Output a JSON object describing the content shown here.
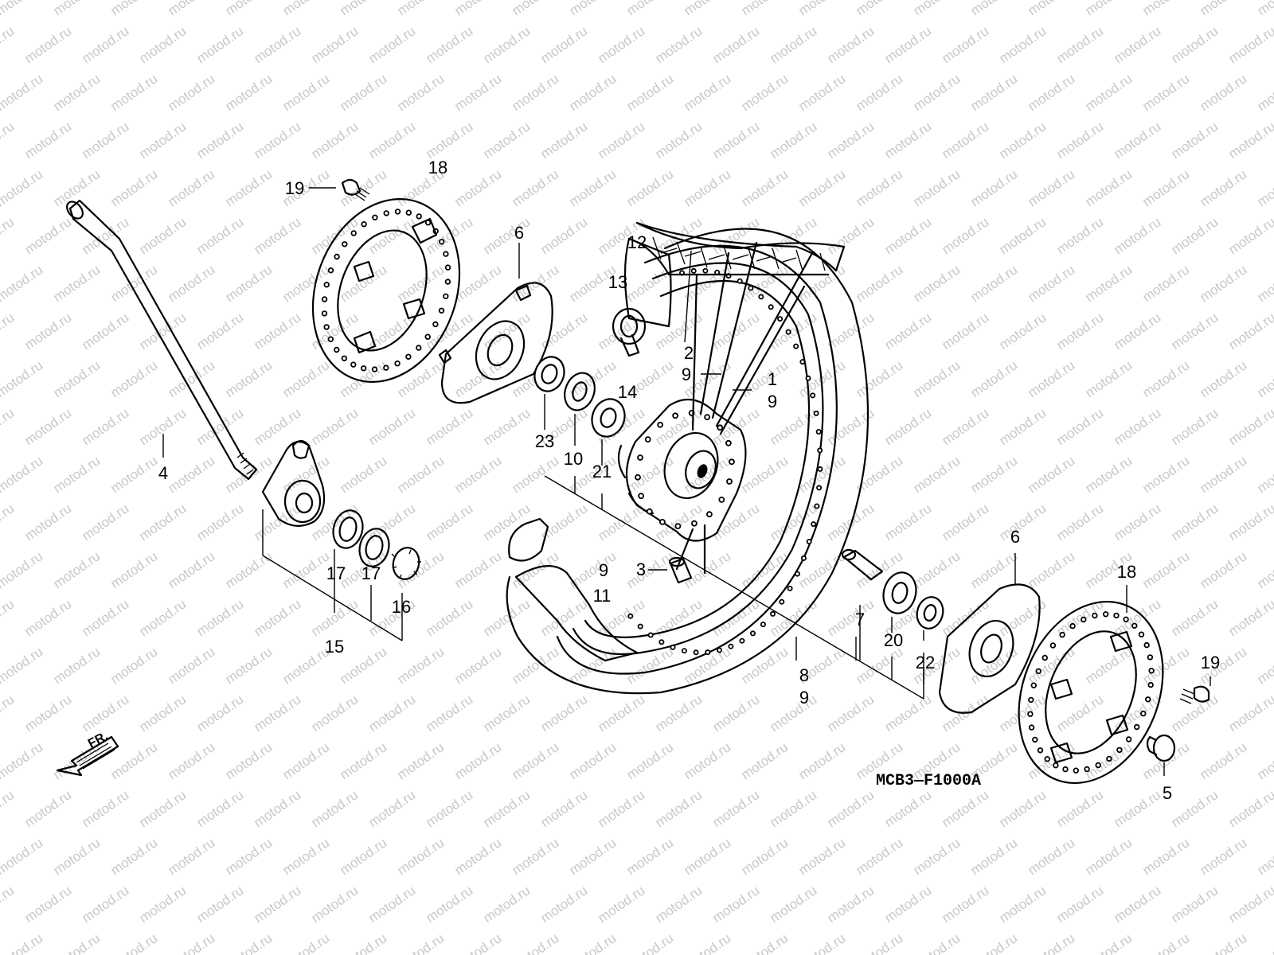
{
  "watermark": "motod.ru",
  "diagram_code": "MCB3—F1000A",
  "front_marker": "FR.",
  "callouts": [
    {
      "id": "c19a",
      "text": "19"
    },
    {
      "id": "c18a",
      "text": "18"
    },
    {
      "id": "c6a",
      "text": "6"
    },
    {
      "id": "c12",
      "text": "12"
    },
    {
      "id": "c13",
      "text": "13"
    },
    {
      "id": "c2",
      "text": "2"
    },
    {
      "id": "c9a",
      "text": "9"
    },
    {
      "id": "c14",
      "text": "14"
    },
    {
      "id": "c1",
      "text": "1"
    },
    {
      "id": "c9b",
      "text": "9"
    },
    {
      "id": "c23",
      "text": "23"
    },
    {
      "id": "c10",
      "text": "10"
    },
    {
      "id": "c21",
      "text": "21"
    },
    {
      "id": "c4",
      "text": "4"
    },
    {
      "id": "c3",
      "text": "3"
    },
    {
      "id": "c9c",
      "text": "9"
    },
    {
      "id": "c11",
      "text": "11"
    },
    {
      "id": "c17a",
      "text": "17"
    },
    {
      "id": "c17b",
      "text": "17"
    },
    {
      "id": "c16",
      "text": "16"
    },
    {
      "id": "c15",
      "text": "15"
    },
    {
      "id": "c6b",
      "text": "6"
    },
    {
      "id": "c18b",
      "text": "18"
    },
    {
      "id": "c7",
      "text": "7"
    },
    {
      "id": "c20",
      "text": "20"
    },
    {
      "id": "c22",
      "text": "22"
    },
    {
      "id": "c8",
      "text": "8"
    },
    {
      "id": "c9d",
      "text": "9"
    },
    {
      "id": "c19b",
      "text": "19"
    },
    {
      "id": "c5",
      "text": "5"
    }
  ]
}
